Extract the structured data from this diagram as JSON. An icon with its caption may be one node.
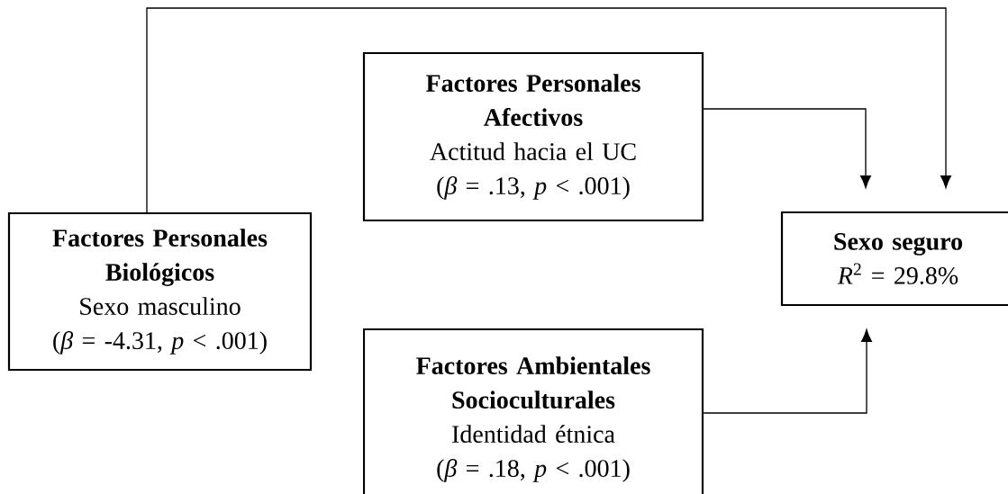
{
  "diagram": {
    "nodes": [
      {
        "text": [
          "Factores Personales Biológicos",
          "Sexo masculino",
          "(*β* = -4.31, *p* < .001)"
        ]
      },
      {
        "text": [
          "Factores Personales Afectivos",
          "Actitud hacia el UC",
          "(*β* = .13, *p* < .001)"
        ]
      },
      {
        "text": [
          "Sexo seguro",
          "*R*$^{2}$ = 29.8%"
        ]
      },
      {
        "text": [
          "Factores Ambientales Socioculturales",
          "Identidad étnica",
          "(*β* = .18, *p* < .001)"
        ]
      }
    ],
    "edges": [
      {
        "from": 0,
        "to": 2,
        "arrow": "to"
      },
      {
        "from": 1,
        "to": 2,
        "arrow": "to"
      },
      {
        "from": 3,
        "to": 2,
        "arrow": "to"
      }
    ]
  }
}
